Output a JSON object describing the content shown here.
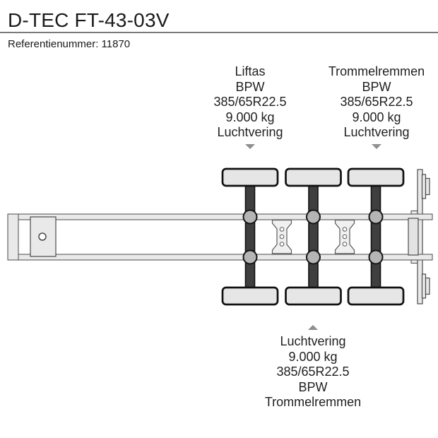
{
  "header": {
    "title": "D-TEC FT-43-03V",
    "reference": "Referentienummer: 11870"
  },
  "annotations": {
    "top_left": {
      "arrow": "down",
      "lines": [
        "Liftas",
        "BPW",
        "385/65R22.5",
        "9.000 kg",
        "Luchtvering"
      ]
    },
    "top_right": {
      "arrow": "down",
      "lines": [
        "Trommelremmen",
        "BPW",
        "385/65R22.5",
        "9.000 kg",
        "Luchtvering"
      ]
    },
    "bottom": {
      "arrow": "up",
      "lines": [
        "Luchtvering",
        "9.000 kg",
        "385/65R22.5",
        "BPW",
        "Trommelremmen"
      ]
    }
  },
  "diagram": {
    "description": "Top-view schematic of a 3-axle semi-trailer chassis",
    "axle_count": 3
  },
  "colors": {
    "text": "#1c1c1c",
    "separator": "#7a7a7a",
    "arrow": "#8f8f8f",
    "frame_fill": "#e9e9e9",
    "frame_stroke": "#4a4a4a",
    "tire_fill": "#e6e6e6",
    "axle_fill": "#3f3f3f",
    "hub_fill": "#b5b5b5",
    "outline": "#111111"
  }
}
